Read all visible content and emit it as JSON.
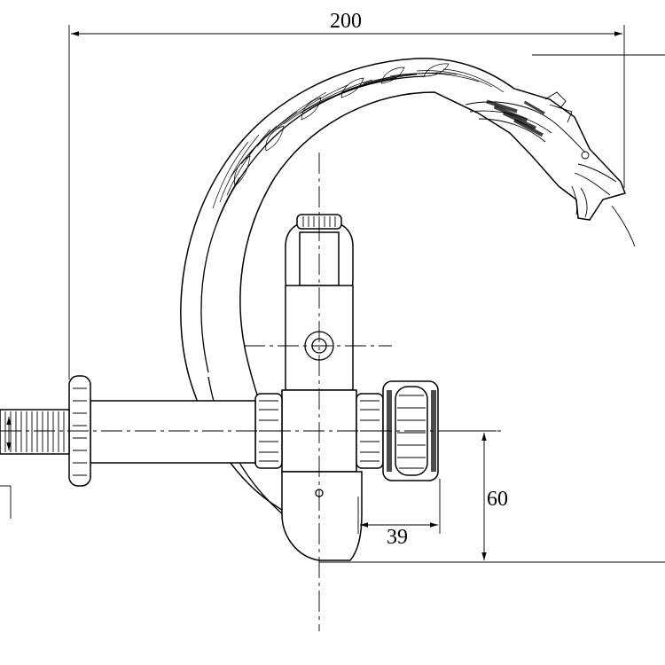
{
  "drawing": {
    "dimensions": {
      "overall_width": "200",
      "spout_offset": "39",
      "height": "60"
    }
  }
}
